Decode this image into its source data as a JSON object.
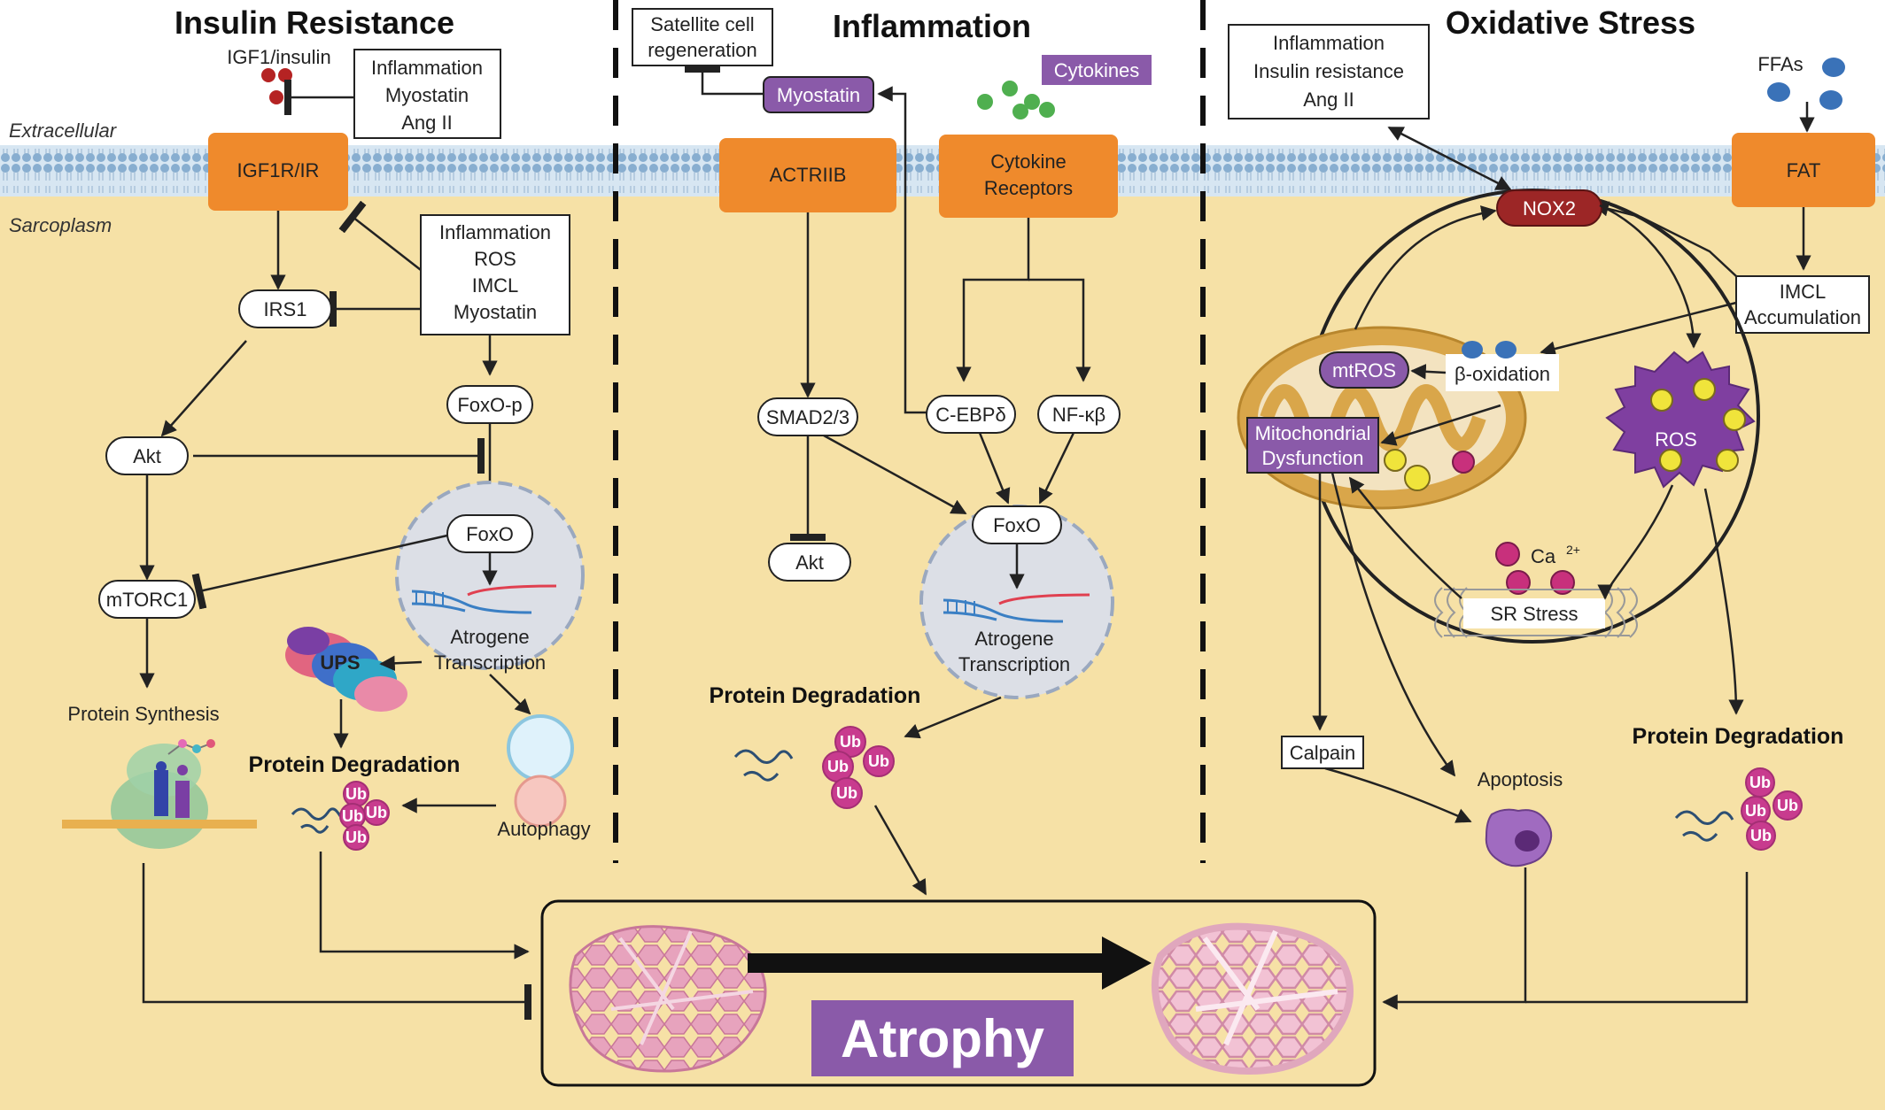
{
  "sections": {
    "insulin": {
      "title": "Insulin Resistance",
      "ligand": "IGF1/insulin",
      "inhibitors_top": [
        "Inflammation",
        "Myostatin",
        "Ang II"
      ],
      "receptor": "IGF1R/IR",
      "inhibitors_mid": [
        "Inflammation",
        "ROS",
        "IMCL",
        "Myostatin"
      ],
      "irs1": "IRS1",
      "foxo_p": "FoxO-p",
      "akt": "Akt",
      "foxo": "FoxO",
      "mtorc1": "mTORC1",
      "atrogene": [
        "Atrogene",
        "Transcription"
      ],
      "ups": "UPS",
      "protein_synthesis": "Protein Synthesis",
      "protein_degradation": "Protein Degradation",
      "autophagy": "Autophagy"
    },
    "inflammation": {
      "title": "Inflammation",
      "satellite": [
        "Satellite cell",
        "regeneration"
      ],
      "myostatin": "Myostatin",
      "cytokines": "Cytokines",
      "actriib": "ACTRIIB",
      "cytokine_receptors": [
        "Cytokine",
        "Receptors"
      ],
      "smad": "SMAD2/3",
      "cebp": "C-EBPδ",
      "nfkb": "NF-κβ",
      "akt": "Akt",
      "foxo": "FoxO",
      "atrogene": [
        "Atrogene",
        "Transcription"
      ],
      "protein_degradation": "Protein Degradation"
    },
    "oxidative": {
      "title": "Oxidative Stress",
      "effects": [
        "Inflammation",
        "Insulin resistance",
        "Ang II"
      ],
      "ffas": "FFAs",
      "fat": "FAT",
      "nox2": "NOX2",
      "imcl": [
        "IMCL",
        "Accumulation"
      ],
      "mtros": "mtROS",
      "beta_ox": "β-oxidation",
      "mito": [
        "Mitochondrial",
        "Dysfunction"
      ],
      "ros": "ROS",
      "ca": "Ca",
      "ca_sup": "2+",
      "sr_stress": "SR Stress",
      "calpain": "Calpain",
      "apoptosis": "Apoptosis",
      "protein_degradation": "Protein Degradation"
    }
  },
  "membrane": {
    "extracellular": "Extracellular",
    "sarcoplasm": "Sarcoplasm"
  },
  "ub_label": "Ub",
  "atrophy": "Atrophy",
  "colors": {
    "sarcoplasm": "#f6e1a6",
    "membrane": "#cfe0ee",
    "receptor": "#ef8a2c",
    "purple": "#8a5aa9",
    "nox2": "#9c2626",
    "ros": "#7f3fa0",
    "mito": "#d9a64a",
    "ub": "#c83b8e"
  }
}
